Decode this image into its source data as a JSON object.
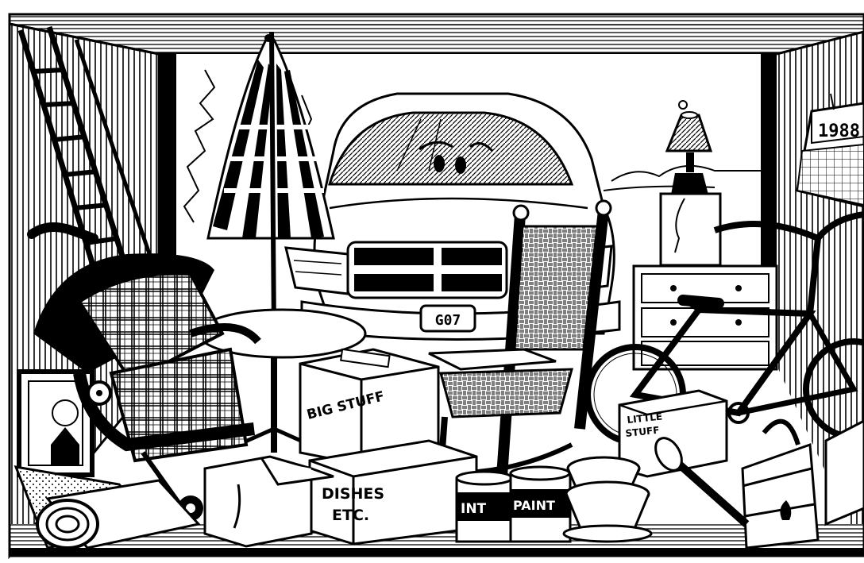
{
  "illustration": {
    "labels": {
      "big_box": "BIG STUFF",
      "small_box_line1": "LITTLE",
      "small_box_line2": "STUFF",
      "dishes_line1": "DISHES",
      "dishes_line2": "ETC.",
      "paint_can_left": "INT",
      "paint_can_right": "PAINT",
      "license_plate": "G07",
      "calendar_year": "1988"
    },
    "colors": {
      "ink": "#000000",
      "paper": "#ffffff"
    }
  }
}
